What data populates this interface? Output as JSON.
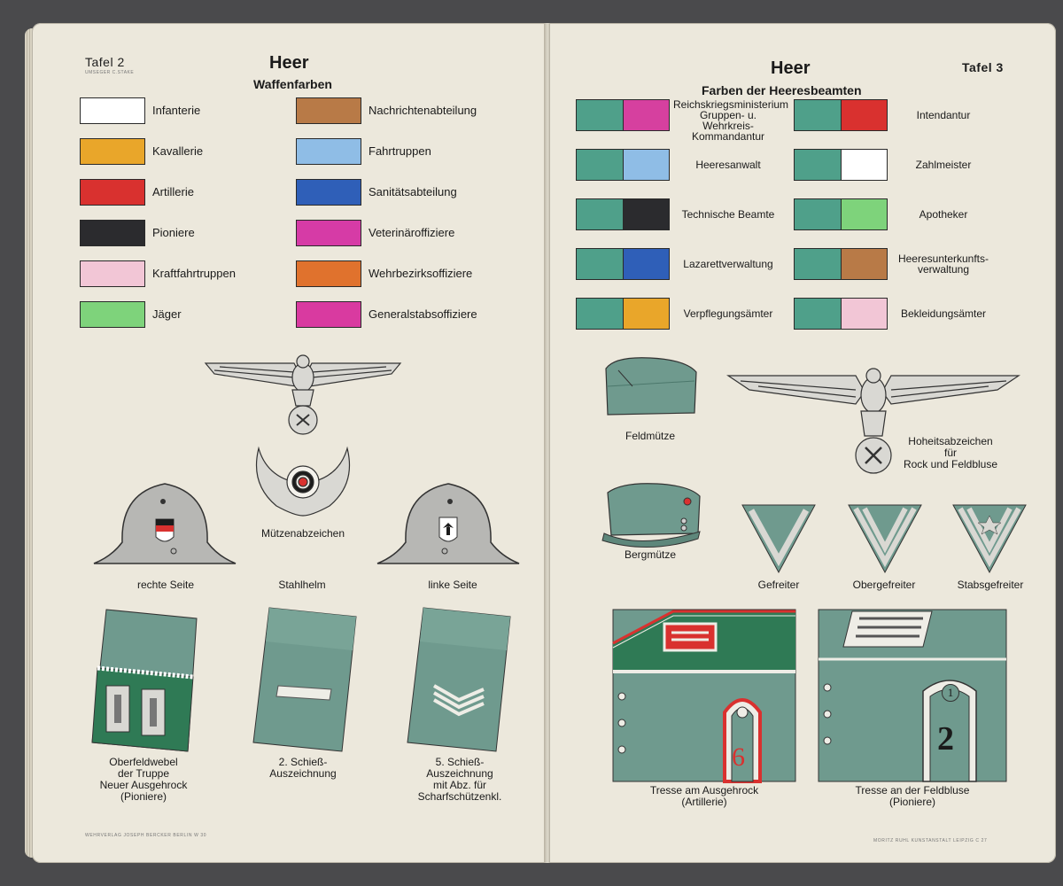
{
  "colors": {
    "page": "#ece8dc",
    "green": "#4fa08a",
    "field_gray": "#6f9a8e",
    "ink": "#1a1a1a"
  },
  "left": {
    "tafel": "Tafel 2",
    "tafel_small": "UMSEGER C.STAKE",
    "heading": "Heer",
    "subheading": "Waffenfarben",
    "colors_left": [
      {
        "label": "Infanterie",
        "color": "#ffffff"
      },
      {
        "label": "Kavallerie",
        "color": "#e9a62a"
      },
      {
        "label": "Artillerie",
        "color": "#d9312f"
      },
      {
        "label": "Pioniere",
        "color": "#2b2b2e"
      },
      {
        "label": "Kraftfahrtruppen",
        "color": "#f2c6d6"
      },
      {
        "label": "Jäger",
        "color": "#7ed37b"
      }
    ],
    "colors_right": [
      {
        "label": "Nachrichtenabteilung",
        "color": "#b87a47"
      },
      {
        "label": "Fahrtruppen",
        "color": "#8fbde6"
      },
      {
        "label": "Sanitätsabteilung",
        "color": "#2f5fb8"
      },
      {
        "label": "Veterinäroffiziere",
        "color": "#d63ba6"
      },
      {
        "label": "Wehrbezirksoffiziere",
        "color": "#e0722d"
      },
      {
        "label": "Generalstabsoffiziere",
        "color": "#d93aa0"
      }
    ],
    "emblem_caption": "Mützenabzeichen",
    "helmet_right_caption": "rechte Seite",
    "helmet_center_caption": "Stahlhelm",
    "helmet_left_caption": "linke Seite",
    "patch1_caption": [
      "Oberfeldwebel",
      "der Truppe",
      "Neuer Ausgehrock",
      "(Pioniere)"
    ],
    "patch2_caption": [
      "2. Schieß-",
      "Auszeichnung"
    ],
    "patch3_caption": [
      "5. Schieß-",
      "Auszeichnung",
      "mit Abz. für",
      "Scharfschützenkl."
    ],
    "footer": "WEHRVERLAG JOSEPH BERCKER BERLIN W 30"
  },
  "right": {
    "tafel": "Tafel 3",
    "heading": "Heer",
    "subheading": "Farben der Heeresbeamten",
    "officials_left": [
      {
        "label": [
          "Reichskriegsministerium",
          "Gruppen- u. Wehrkreis-",
          "Kommandantur"
        ],
        "color": "#d6409f"
      },
      {
        "label": [
          "Heeresanwalt"
        ],
        "color": "#8fbde6"
      },
      {
        "label": [
          "Technische Beamte"
        ],
        "color": "#2b2b2e"
      },
      {
        "label": [
          "Lazarettverwaltung"
        ],
        "color": "#2f5fb8"
      },
      {
        "label": [
          "Verpflegungsämter"
        ],
        "color": "#e9a62a"
      }
    ],
    "officials_right": [
      {
        "label": [
          "Intendantur"
        ],
        "color": "#d9312f"
      },
      {
        "label": [
          "Zahlmeister"
        ],
        "color": "#ffffff"
      },
      {
        "label": [
          "Apotheker"
        ],
        "color": "#7ed37b"
      },
      {
        "label": [
          "Heeresunterkunfts-",
          "verwaltung"
        ],
        "color": "#b87a47"
      },
      {
        "label": [
          "Bekleidungsämter"
        ],
        "color": "#f2c6d6"
      }
    ],
    "feldmuetze_caption": "Feldmütze",
    "eagle_caption": [
      "Hoheitsabzeichen",
      "für",
      "Rock und Feldbluse"
    ],
    "bergmuetze_caption": "Bergmütze",
    "chevron1_caption": "Gefreiter",
    "chevron2_caption": "Obergefreiter",
    "chevron3_caption": "Stabsgefreiter",
    "tresse1_caption": [
      "Tresse am Ausgehrock",
      "(Artillerie)"
    ],
    "tresse2_caption": [
      "Tresse an der Feldbluse",
      "(Pioniere)"
    ],
    "strap1_number": "6",
    "strap2_number_top": "1",
    "strap2_number": "2",
    "footer": "MORITZ RUHL KUNSTANSTALT LEIPZIG C 27"
  }
}
